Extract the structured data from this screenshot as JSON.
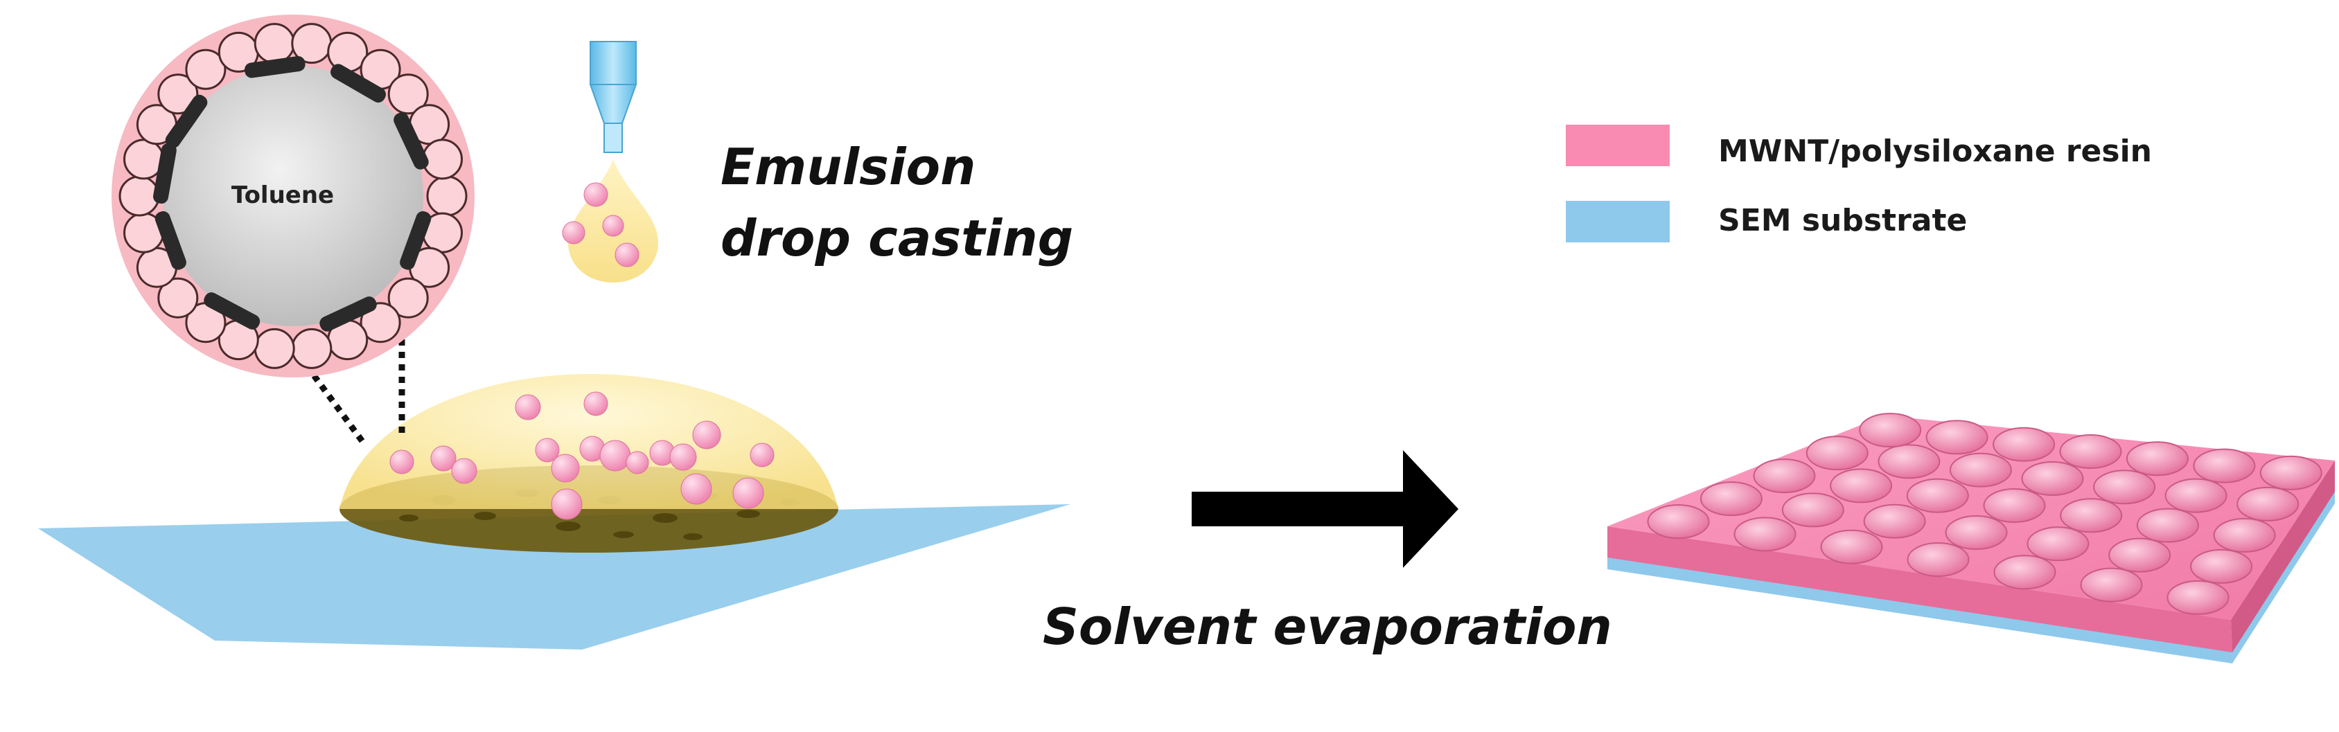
{
  "labels": {
    "core": "Toluene",
    "step1_line1": "Emulsion",
    "step1_line2": "drop casting",
    "step2": "Solvent evaporation"
  },
  "legend": {
    "items": [
      {
        "label": "MWNT/polysiloxane resin",
        "color": "#f98bb3"
      },
      {
        "label": "SEM substrate",
        "color": "#8ec9eb"
      }
    ]
  },
  "colors": {
    "resin": "#f98bb3",
    "resin_dark": "#e26b97",
    "substrate": "#8ec9eb",
    "dome": "#fbe79c",
    "droplet_base": "#6b5a10",
    "particle": "#f6a4c4",
    "nanotube": "#2a2a2a",
    "arrow": "#000000",
    "nozzle": "#8fd3f0"
  },
  "icons": {
    "nozzle": "dropper-nozzle-icon",
    "arrow": "right-arrow-icon"
  }
}
